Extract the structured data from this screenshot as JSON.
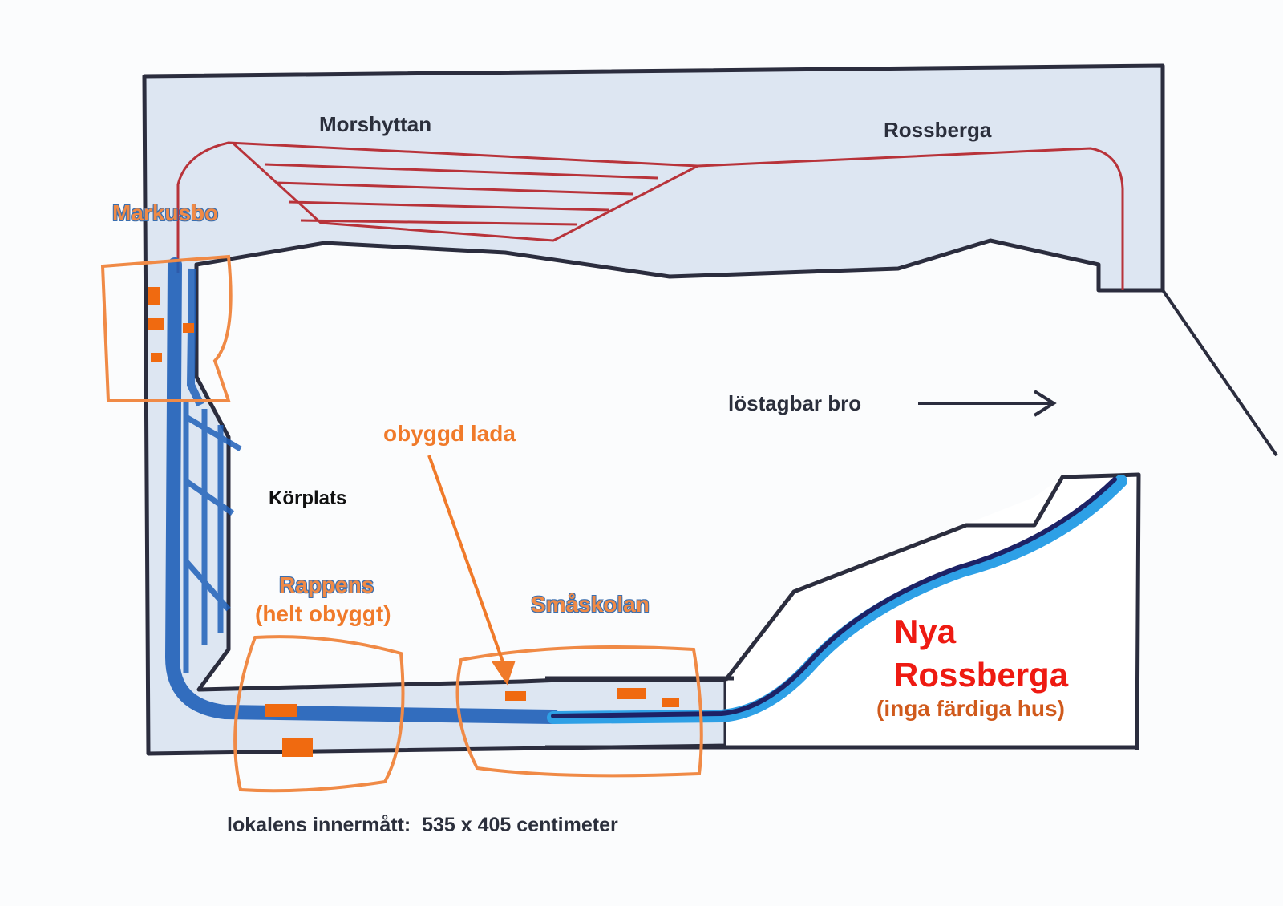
{
  "labels": {
    "morshyttan": "Morshyttan",
    "rossberga": "Rossberga",
    "markusbo": "Markusbo",
    "lostagbar_bro": "löstagbar bro",
    "obyggd_lada": "obyggd lada",
    "korplats": "Körplats",
    "rappens": "Rappens",
    "helt_obyggt": "(helt obyggt)",
    "smaskolan": "Småskolan",
    "nya": "Nya",
    "nya_rossberga": "Rossberga",
    "inga_fardiga_hus": "(inga färdiga hus)",
    "dimensions": "lokalens innermått:  535 x 405 centimeter"
  },
  "colors": {
    "outline": "#2b2d3e",
    "baseboard": "#dde6f2",
    "track_blue": "#1f5fb8",
    "track_light_blue": "#2ea0e6",
    "track_red": "#b8333a",
    "orange": "#f07a2a",
    "red_text": "#ee1a12"
  }
}
